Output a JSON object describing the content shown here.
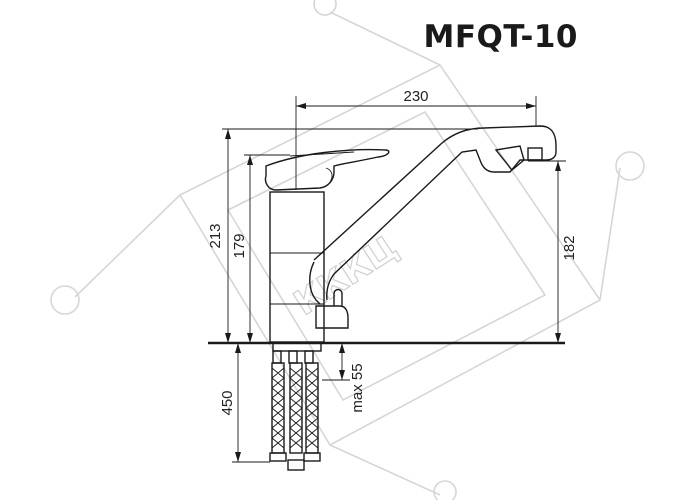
{
  "title": "MFQT-10",
  "watermark_text": "КККЦ",
  "dimensions": {
    "spout_reach": "230",
    "total_height": "213",
    "body_height": "179",
    "spout_height": "182",
    "hose_length": "450",
    "max_thickness": "max 55"
  },
  "colors": {
    "line": "#1a1a1a",
    "watermark": "#d6d6d6"
  }
}
